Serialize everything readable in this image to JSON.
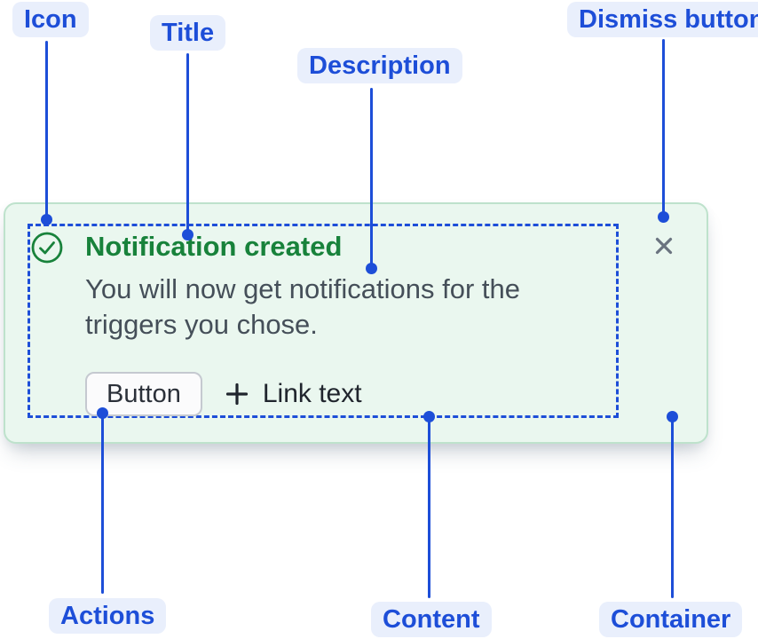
{
  "diagram": {
    "callouts": {
      "icon": "Icon",
      "title": "Title",
      "description": "Description",
      "dismiss_button": "Dismiss button",
      "actions": "Actions",
      "content": "Content",
      "container": "Container"
    }
  },
  "flag": {
    "title": "Notification created",
    "description": "You will now get notifications for the triggers you chose.",
    "actions": {
      "button_label": "Button",
      "link_label": "Link text"
    }
  },
  "icons": {
    "status": "check-circle-icon",
    "link_prefix": "plus-icon",
    "dismiss": "close-icon"
  },
  "colors": {
    "callout_blue": "#1D4ED8",
    "callout_pill_bg": "#E9EFFC",
    "success_green": "#18823B",
    "flag_bg": "#EAF7EF",
    "flag_border": "#BEE2CC",
    "description_text": "#454F59",
    "dismiss_gray": "#6A737F"
  }
}
